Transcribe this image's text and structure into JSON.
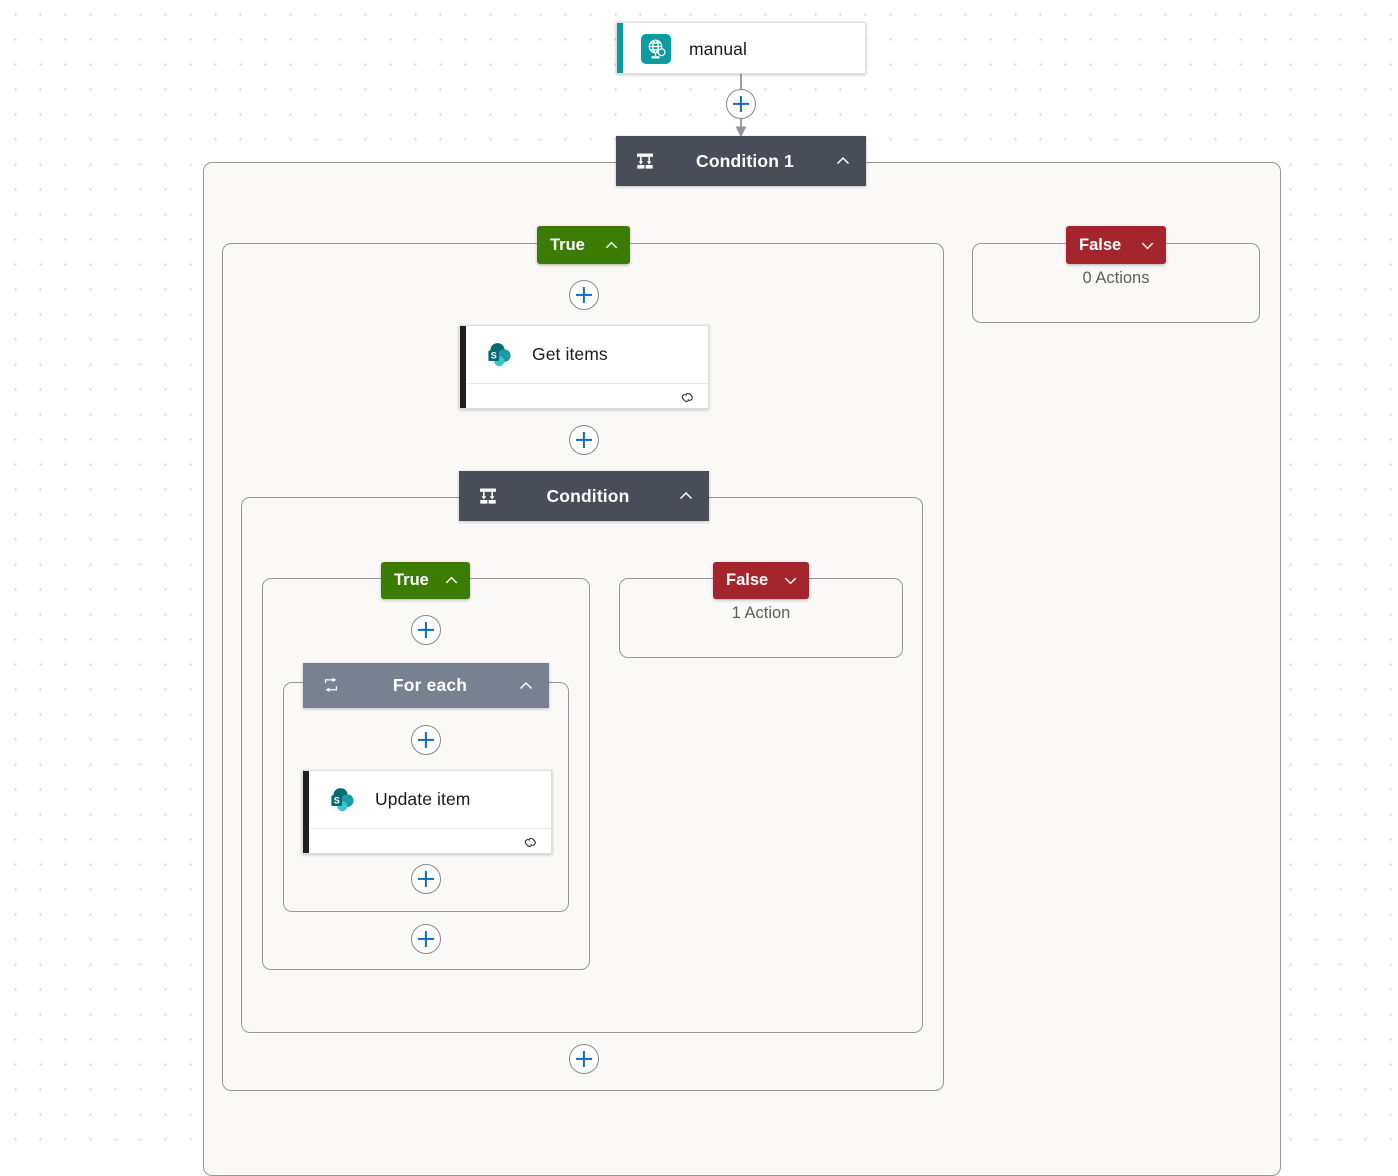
{
  "canvas": {
    "background_color": "#ffffff",
    "dot_grid_color": "#d8d6d4"
  },
  "colors": {
    "control_node": "#484d58",
    "loop_node": "#78818f",
    "true_branch": "#3a7d02",
    "false_branch": "#a4262c",
    "connector": "#979593",
    "plus_glyph": "#0f6cbd",
    "scope_fill": "#faf9f8",
    "scope_border": "#9a9793",
    "sharepoint_teal": "#036c70",
    "trigger_teal": "#0b9ba1",
    "card_accent": "#1f1f1f"
  },
  "nodes": {
    "trigger": {
      "title": "manual",
      "icon": "manual-trigger-globe-icon",
      "accent_color": "#0b9ba1",
      "type": "trigger"
    },
    "condition_1": {
      "title": "Condition 1",
      "icon": "condition-branch-icon",
      "chevron": "chevron-up-icon",
      "expanded": true,
      "type": "condition"
    },
    "condition_1_true": {
      "label": "True",
      "chevron": "chevron-up-icon",
      "expanded": true
    },
    "condition_1_false": {
      "label": "False",
      "chevron": "chevron-down-icon",
      "expanded": false,
      "count_text": "0 Actions"
    },
    "get_items": {
      "title": "Get items",
      "icon": "sharepoint-icon",
      "footer_icon": "link-chain-icon",
      "type": "action"
    },
    "condition_2": {
      "title": "Condition",
      "icon": "condition-branch-icon",
      "chevron": "chevron-up-icon",
      "expanded": true,
      "type": "condition"
    },
    "condition_2_true": {
      "label": "True",
      "chevron": "chevron-up-icon",
      "expanded": true
    },
    "condition_2_false": {
      "label": "False",
      "chevron": "chevron-down-icon",
      "expanded": false,
      "count_text": "1 Action"
    },
    "for_each": {
      "title": "For each",
      "icon": "loop-repeat-icon",
      "chevron": "chevron-up-icon",
      "expanded": true,
      "type": "loop"
    },
    "update_item": {
      "title": "Update item",
      "icon": "sharepoint-icon",
      "footer_icon": "link-chain-icon",
      "type": "action"
    }
  },
  "add_buttons": [
    {
      "id": "add-after-trigger"
    },
    {
      "id": "add-in-condition1-true"
    },
    {
      "id": "add-after-get-items"
    },
    {
      "id": "add-in-condition2-true"
    },
    {
      "id": "add-in-foreach"
    },
    {
      "id": "add-after-update-item"
    },
    {
      "id": "add-after-foreach"
    },
    {
      "id": "add-after-condition2"
    }
  ]
}
